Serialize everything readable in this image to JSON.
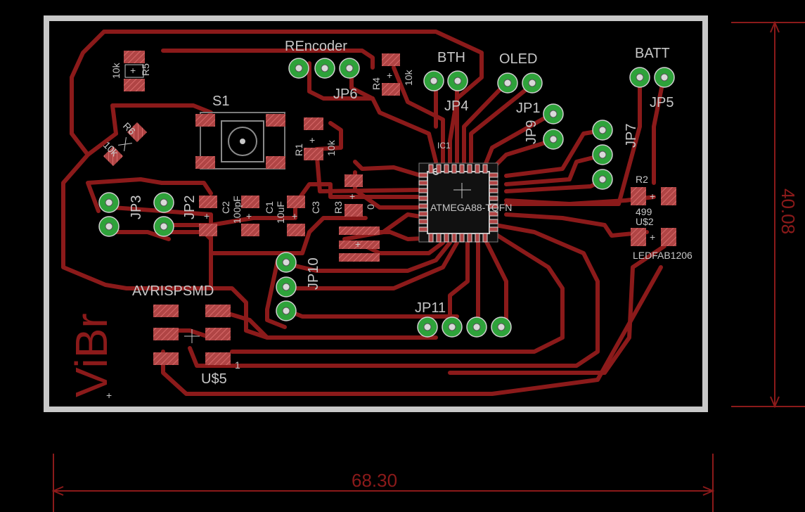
{
  "board": {
    "title": "ViBr",
    "width_label": "68.30",
    "height_label": "40.08",
    "colors": {
      "trace": "#8b1a1a",
      "pad": "#b04545",
      "outline": "#c8c8c8",
      "via": "#2ea23a",
      "background": "#000000"
    }
  },
  "labels": {
    "rencoder": "REncoder",
    "bth": "BTH",
    "oled": "OLED",
    "batt": "BATT",
    "jp1": "JP1",
    "jp2": "JP2",
    "jp3": "JP3",
    "jp4": "JP4",
    "jp5": "JP5",
    "jp6": "JP6",
    "jp7": "JP7",
    "jp9": "JP9",
    "jp10": "JP10",
    "jp11": "JP11",
    "s1": "S1",
    "r1": "R1",
    "r1_val": "10k",
    "r2": "R2",
    "r2_val": "499",
    "r3": "R3",
    "r3_val": "0",
    "r4": "R4",
    "r4_val": "10k",
    "r5": "R5",
    "r5_val": "10k",
    "r6": "R6",
    "r6_val": "10k",
    "c1": "C1",
    "c1_val": "10uF",
    "c2": "C2",
    "c2_val": "100pF",
    "c3": "C3",
    "ic1": "IC1",
    "ic1_val": "ATMEGA88-TQFN",
    "usd2": "U$2",
    "usd2_val": "LEDFAB1206",
    "usd5": "U$5",
    "usd5_pin": "1",
    "avrisp": "AVRISPSMD"
  }
}
